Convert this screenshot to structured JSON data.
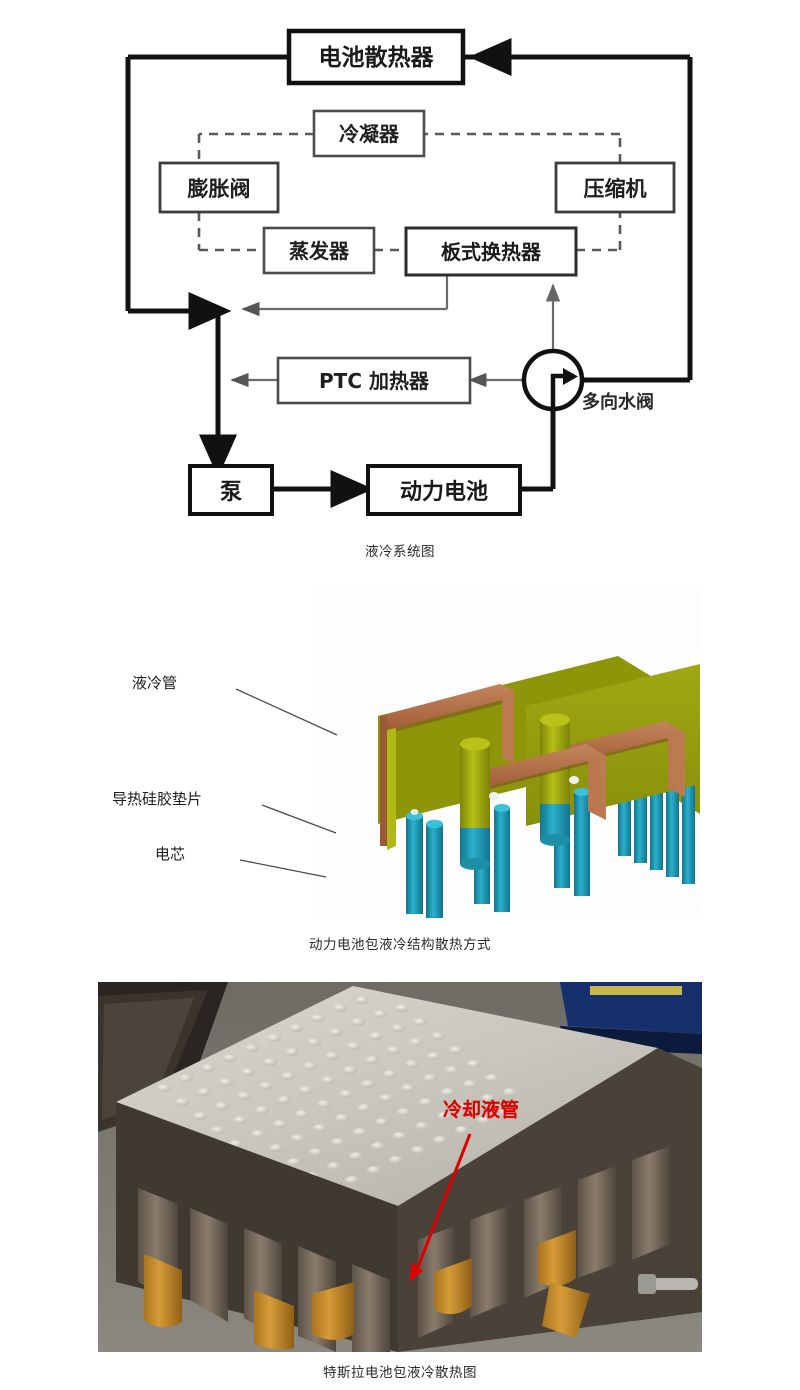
{
  "figures": [
    {
      "id": "liquid-cooling-system-diagram",
      "caption": "液冷系统图",
      "nodes": {
        "battery_radiator": "电池散热器",
        "condenser": "冷凝器",
        "expansion_valve": "膨胀阀",
        "compressor": "压缩机",
        "evaporator": "蒸发器",
        "plate_heat_exchanger": "板式换热器",
        "ptc_heater": "PTC 加热器",
        "pump": "泵",
        "power_battery": "动力电池",
        "multi_way_water_valve": "多向水阀"
      }
    },
    {
      "id": "battery-pack-liquid-cooling-structure",
      "caption": "动力电池包液冷结构散热方式",
      "labels": {
        "cooling_tube": "液冷管",
        "thermal_pad": "导热硅胶垫片",
        "cell": "电芯"
      },
      "colors": {
        "tube": "#a86a43",
        "tube_light": "#c9865c",
        "pad": "#9aa30f",
        "pad_dark": "#7e8606",
        "cell": "#1f9cb8",
        "cell_dark": "#18788f",
        "terminal": "#e9eef0"
      }
    },
    {
      "id": "tesla-battery-pack-liquid-cooling-photo",
      "caption": "特斯拉电池包液冷散热图",
      "annotation": "冷却液管",
      "annotation_color": "#e00000"
    }
  ]
}
